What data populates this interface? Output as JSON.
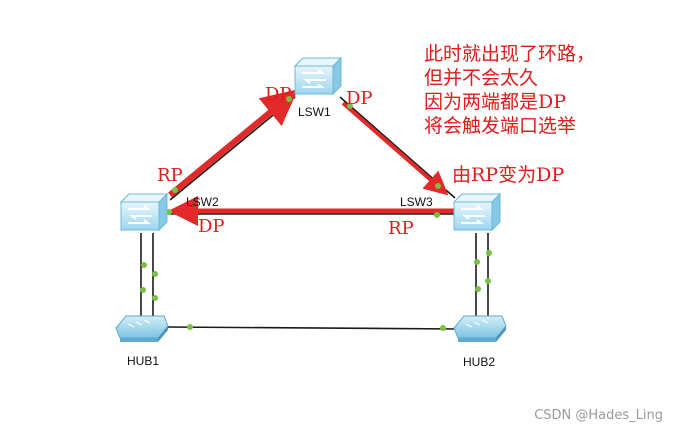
{
  "devices": {
    "lsw1": "LSW1",
    "lsw2": "LSW2",
    "lsw3": "LSW3",
    "hub1": "HUB1",
    "hub2": "HUB2"
  },
  "ports": {
    "lsw1_left": "DP",
    "lsw1_right": "DP",
    "lsw2_top": "RP",
    "lsw2_right": "DP",
    "lsw3_left": "RP"
  },
  "annotations": {
    "note_lines": [
      "此时就出现了环路，",
      "但并不会太久",
      "因为两端都是DP",
      "将会触发端口选举"
    ],
    "change": "由RP变为DP"
  },
  "watermark": "CSDN @Hades_Ling",
  "colors": {
    "arrow": "#e22a2a",
    "link": "#1a1a1a",
    "port_dot": "#7bc043",
    "switch_body": "#bfe6f6",
    "switch_edge": "#6fb8d8",
    "hub_body": "#9fd3ea"
  }
}
